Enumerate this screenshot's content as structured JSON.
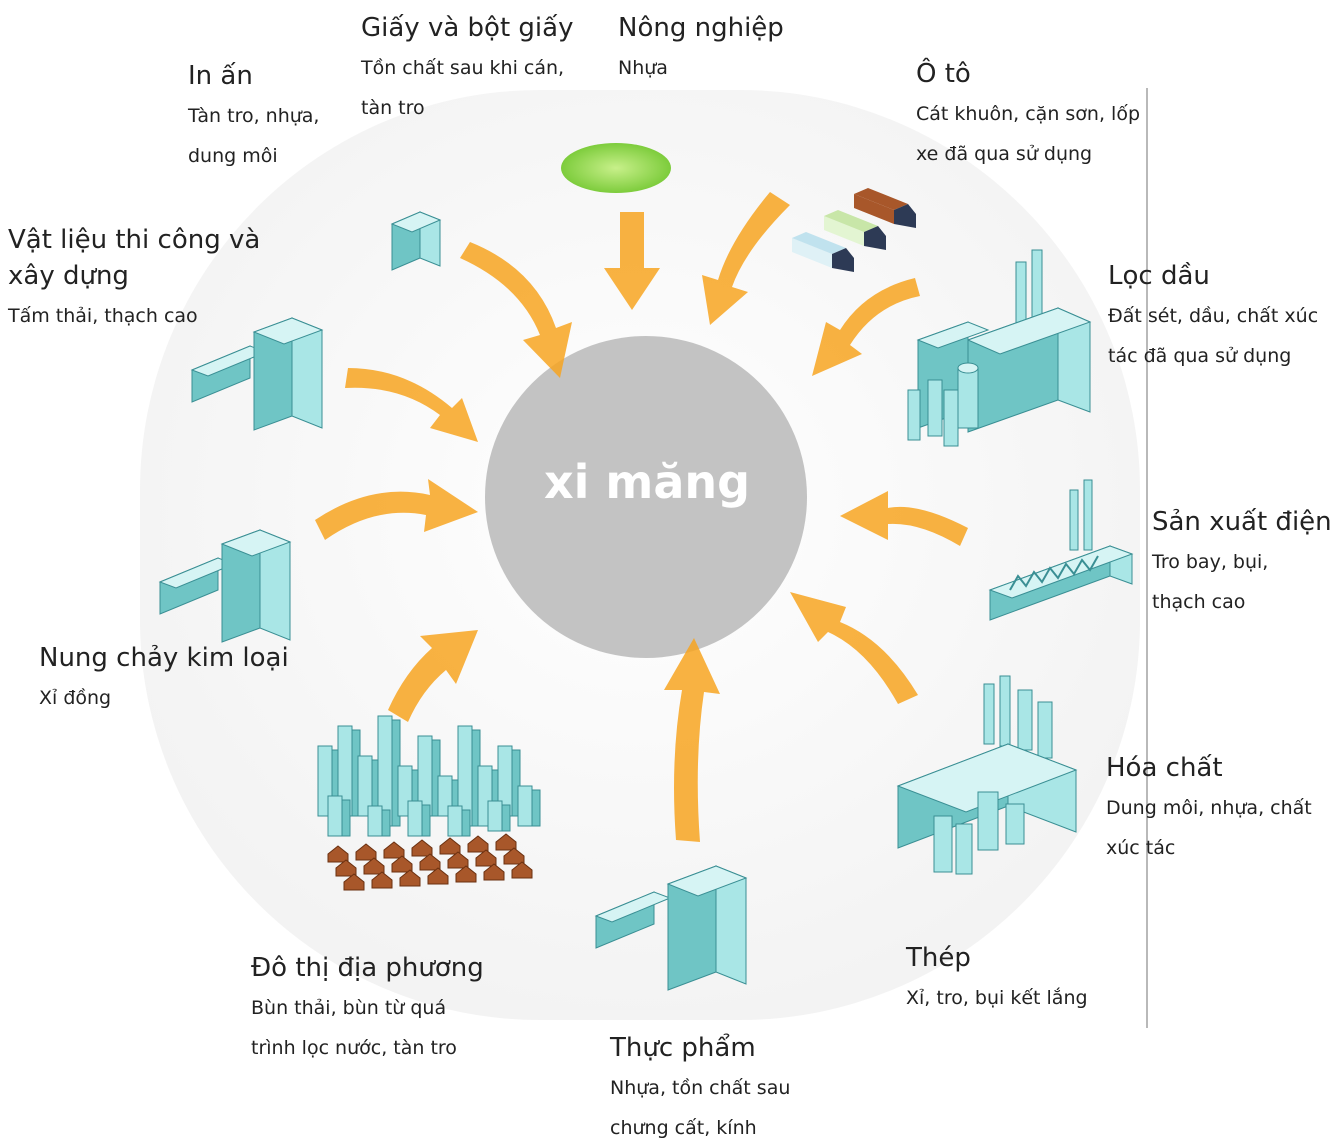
{
  "colors": {
    "arrow": "#f7a521",
    "center": "#c3c3c3",
    "building_face": "#a9e6e6",
    "building_side": "#6fc5c5",
    "building_outline": "#3a8f94",
    "field": "#8fd64c",
    "roof_brown": "#a8572a",
    "divider": "#b9b9b9"
  },
  "center": {
    "label": "xi măng"
  },
  "sources": [
    {
      "id": "in-an",
      "title": "In ấn",
      "subtitle": "Tàn tro, nhựa,\ndung môi",
      "icon": "small-building-icon"
    },
    {
      "id": "giay",
      "title": "Giấy và bột giấy",
      "subtitle": "Tồn chất sau khi cán,\ntàn tro",
      "icon": "small-building-icon"
    },
    {
      "id": "nong-nghiep",
      "title": "Nông nghiệp",
      "subtitle": "Nhựa",
      "icon": "field-icon"
    },
    {
      "id": "o-to",
      "title": "Ô tô",
      "subtitle": "Cát khuôn, cặn sơn, lốp\nxe đã qua sử dụng",
      "icon": "trucks-icon"
    },
    {
      "id": "vat-lieu",
      "title": "Vật liệu thi công và\nxây dựng",
      "subtitle": "Tấm thải, thạch cao",
      "icon": "building-icon"
    },
    {
      "id": "loc-dau",
      "title": "Lọc dầu",
      "subtitle": "Đất sét, dầu, chất xúc\ntác đã qua sử dụng",
      "icon": "refinery-icon"
    },
    {
      "id": "san-xuat-dien",
      "title": "Sản xuất điện",
      "subtitle": "Tro bay, bụi,\nthạch cao",
      "icon": "power-plant-icon"
    },
    {
      "id": "nung-chay",
      "title": "Nung chảy kim loại",
      "subtitle": "Xỉ đồng",
      "icon": "building-icon"
    },
    {
      "id": "hoa-chat",
      "title": "Hóa chất",
      "subtitle": "Dung môi, nhựa, chất\nxúc tác",
      "icon": "chemical-plant-icon"
    },
    {
      "id": "do-thi",
      "title": "Đô thị địa phương",
      "subtitle": "Bùn thải, bùn từ quá\ntrình lọc nước, tàn tro",
      "icon": "city-icon"
    },
    {
      "id": "thep",
      "title": "Thép",
      "subtitle": "Xỉ, tro, bụi kết lắng",
      "icon": ""
    },
    {
      "id": "thuc-pham",
      "title": "Thực phẩm",
      "subtitle": "Nhựa, tồn chất sau\nchưng cất, kính",
      "icon": "building-icon"
    }
  ]
}
